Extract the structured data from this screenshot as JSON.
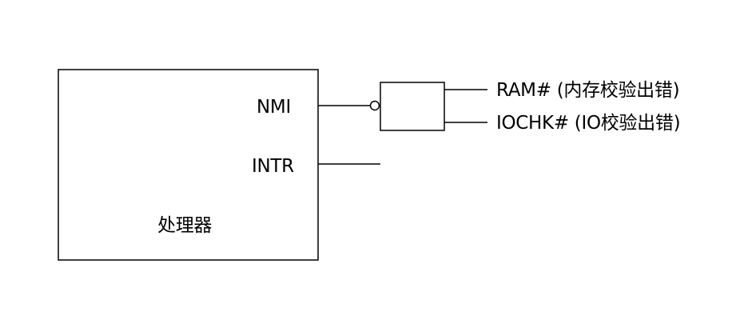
{
  "processor": {
    "title": "处理器",
    "nmi_pin": "NMI",
    "intr_pin": "INTR"
  },
  "gate_inputs": {
    "ram": "RAM# (内存校验出错)",
    "iochk": "IOCHK# (IO校验出错)"
  }
}
